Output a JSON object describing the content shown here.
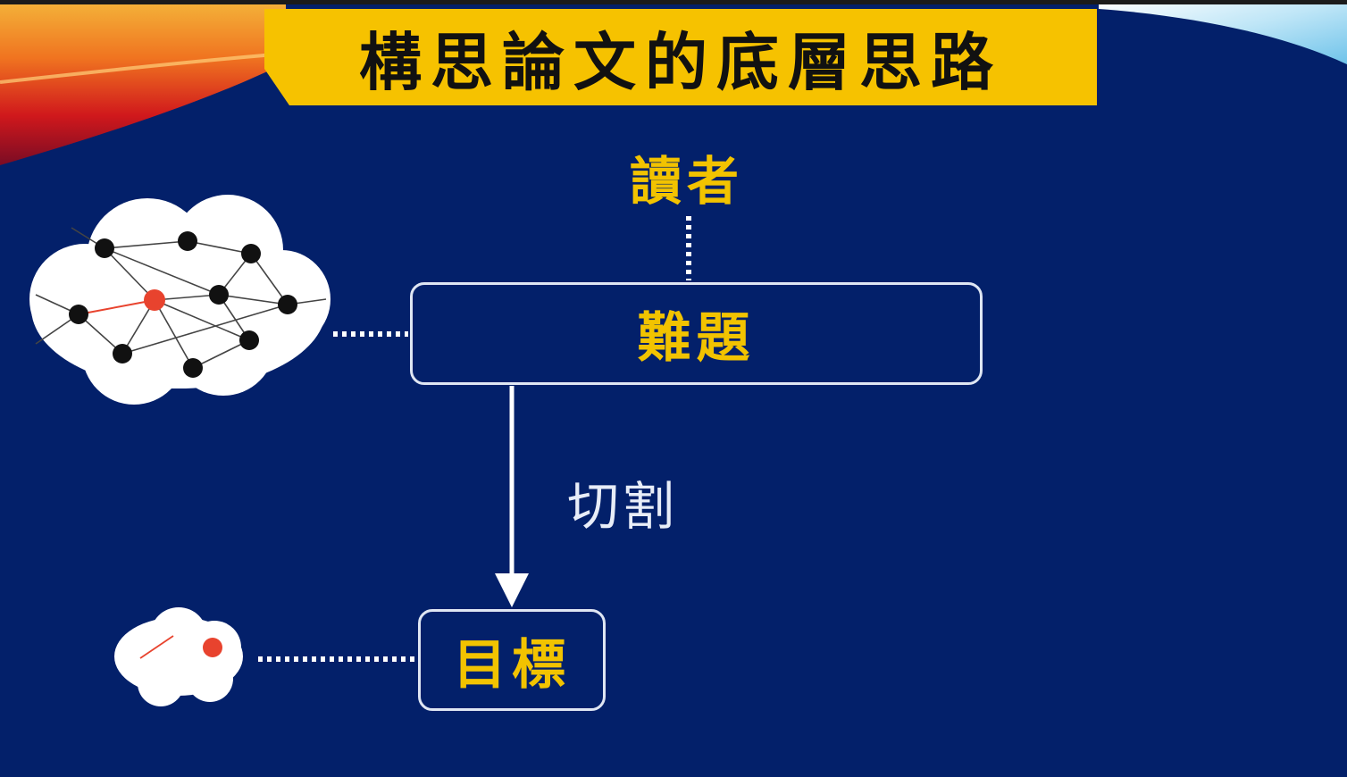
{
  "title": "構思論文的底層思路",
  "nodes": {
    "reader": "讀者",
    "problem": "難題",
    "goal": "目標"
  },
  "edge_label": "切割",
  "colors": {
    "background": "#03206a",
    "banner": "#f6c200",
    "node_text": "#f2c300",
    "highlight_node": "#e8432e"
  }
}
